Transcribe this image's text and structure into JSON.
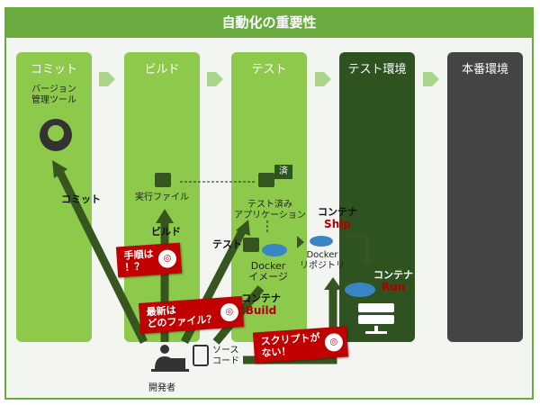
{
  "title": "自動化の重要性",
  "columns": [
    "コミット",
    "ビルド",
    "テスト",
    "テスト環境",
    "本番環境"
  ],
  "labels": {
    "vcs": "バージョン\n管理ツール",
    "exe": "実行ファイル",
    "tested_app": "テスト済み\nアプリケーション",
    "done_badge": "済",
    "docker_image": "Docker\nイメージ",
    "docker_repo": "Docker\nリポジトリ",
    "source": "ソース\nコード",
    "developer": "開発者"
  },
  "arrow_labels": {
    "commit": "コミット",
    "build": "ビルド",
    "test": "テスト",
    "container_build_1": "コンテナ",
    "container_build_2": "Build",
    "container_ship_1": "コンテナ",
    "container_ship_2": "Ship",
    "container_run_1": "コンテナ",
    "container_run_2": "Run"
  },
  "callouts": {
    "procedure": "手順は\n！？",
    "latest": "最新は\nどのファイル？",
    "script": "スクリプトが\nない！"
  },
  "colors": {
    "header": "#6aab3f",
    "stage": "#8dca4b",
    "test_env": "#2e5220",
    "prod": "#444444",
    "arrow": "#37561f",
    "callout": "#c00000"
  }
}
